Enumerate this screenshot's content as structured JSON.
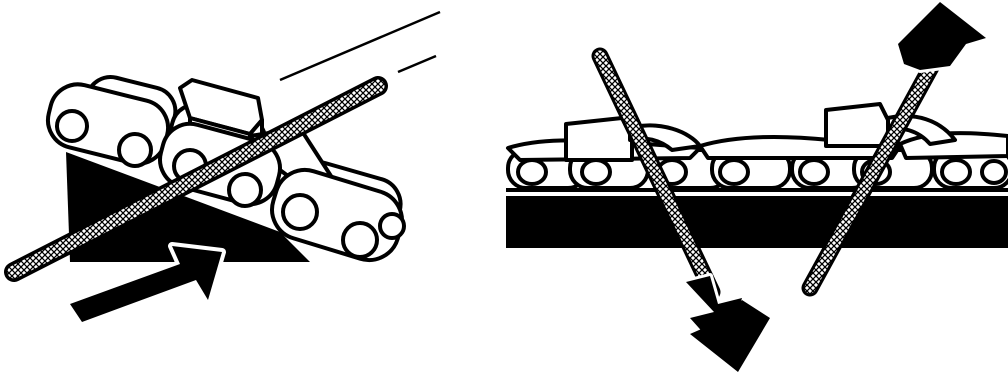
{
  "figure": {
    "panels": [
      {
        "id": "left",
        "icon": "chain-file-alignment-icon",
        "arrow": "push-arrow"
      },
      {
        "id": "right",
        "icon": "chain-file-stroke-direction-icon",
        "arrow": "stroke-arrows"
      }
    ]
  },
  "colors": {
    "ink": "#000000",
    "paper": "#ffffff"
  }
}
